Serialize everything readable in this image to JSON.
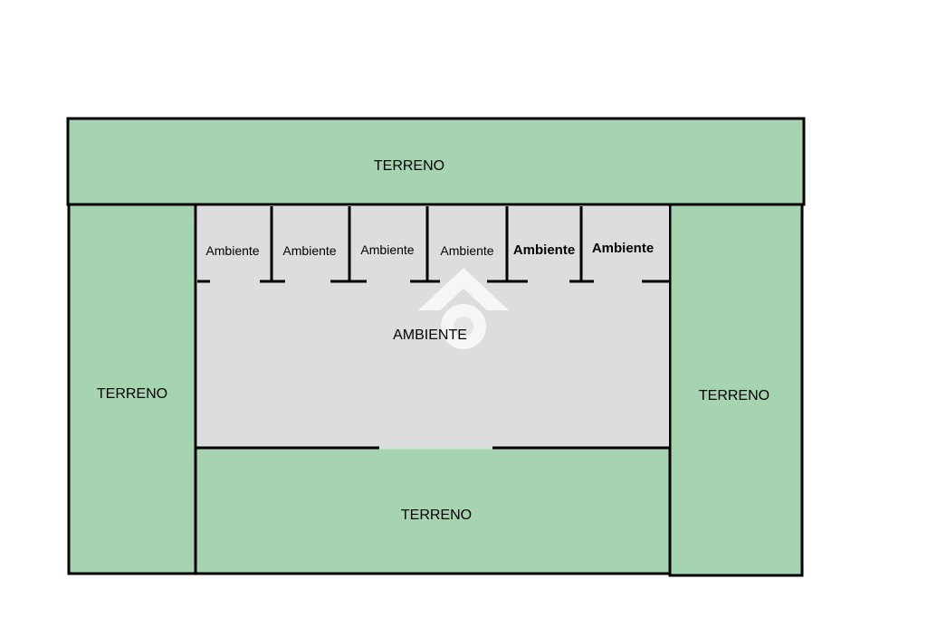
{
  "colors": {
    "terrain": "#a6d4b0",
    "room": "#dddddd",
    "wall": "#000000",
    "watermark": "#ffffff"
  },
  "terrain": {
    "top": "TERRENO",
    "left": "TERRENO",
    "right": "TERRENO",
    "bottom": "TERRENO"
  },
  "rooms": [
    {
      "label": "Ambiente"
    },
    {
      "label": "Ambiente"
    },
    {
      "label": "Ambiente"
    },
    {
      "label": "Ambiente"
    },
    {
      "label": "Ambiente"
    },
    {
      "label": "Ambiente"
    }
  ],
  "main_room": "AMBIENTE",
  "watermark_icon": "house-logo-icon"
}
